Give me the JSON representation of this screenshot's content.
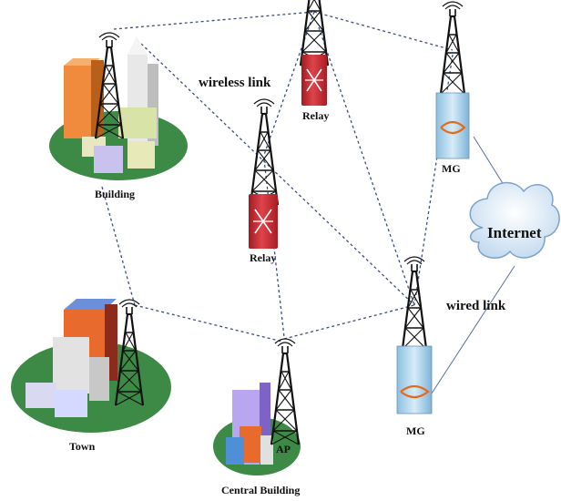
{
  "labels": {
    "building": "Building",
    "town": "Town",
    "central_building": "Central Building",
    "ap": "AP",
    "relay_top": "Relay",
    "relay_mid": "Relay",
    "mg_top": "MG",
    "mg_bottom": "MG",
    "internet": "Internet",
    "wireless_link": "wireless link",
    "wired_link": "wired link"
  },
  "colors": {
    "wireless_link": "#3a4f7a",
    "wired_link": "#5b6f9e",
    "ground": "#3c8a45",
    "relay": "#c9252c",
    "mg_panel": "#a9cfe6",
    "cloud": "#e4eff9",
    "tower": "#111111"
  },
  "icons": [
    "building-icon",
    "town-icon",
    "central-building-icon",
    "relay-icon",
    "mg-icon",
    "internet-cloud-icon",
    "tower-icon"
  ]
}
